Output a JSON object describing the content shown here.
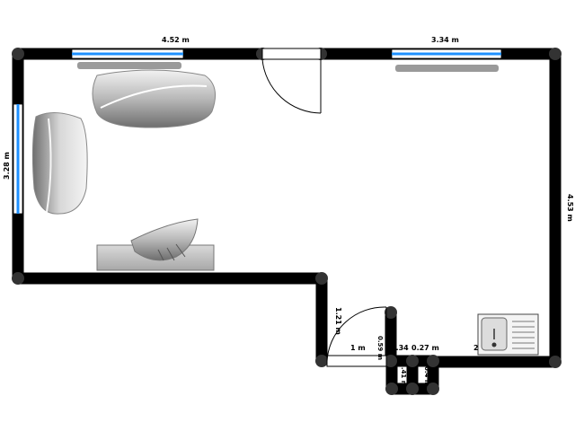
{
  "plan": {
    "dimensions": {
      "top_left_wall": "4.52 m",
      "top_right_wall": "3.34 m",
      "left_wall": "3.28 m",
      "right_wall": "4.53 m",
      "door_height": "1.21 m",
      "door_width": "1 m",
      "closet_top": "0.34",
      "closet_right": "0.27 m",
      "closet_a": "0.41 m",
      "closet_b": "0.4 m",
      "closet_c": "0.59 m",
      "sink_label": "2"
    },
    "colors": {
      "wall": "#000000",
      "window_glass": "#1e90ff",
      "furniture": "#9a9a9a",
      "rug": "#c8c8c8"
    },
    "icons": [
      "sofa-icon",
      "armchair-icon",
      "lamp-icon",
      "sink-icon",
      "door-swing-icon",
      "window-icon"
    ]
  }
}
